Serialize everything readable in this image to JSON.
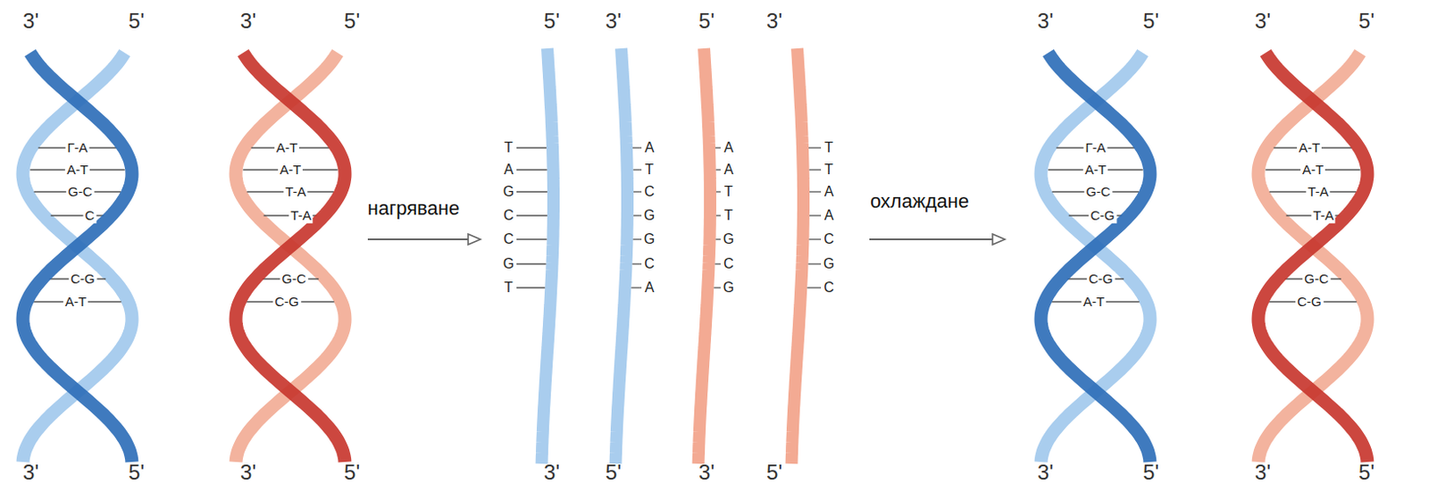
{
  "diagram": {
    "labels": [
      "3'",
      "5'",
      "3'",
      "5'",
      "5'",
      "3'",
      "5'",
      "3'",
      "3'",
      "5'",
      "3'",
      "5'",
      "Г-A",
      "A-T",
      "G-C",
      "C",
      "C-G",
      "A-T",
      "A-T",
      "A-T",
      "T-A",
      "T-A",
      "G-C",
      "C-G",
      "нагряване",
      "T",
      "A",
      "G",
      "C",
      "C",
      "G",
      "T",
      "A",
      "T",
      "C",
      "G",
      "G",
      "C",
      "A",
      "A",
      "A",
      "T",
      "T",
      "G",
      "C",
      "G",
      "T",
      "T",
      "A",
      "A",
      "C",
      "G",
      "C",
      "охлаждане",
      "Г-A",
      "A-T",
      "G-C",
      "C-G",
      "C-G",
      "A-T",
      "A-T",
      "A-T",
      "T-A",
      "T-A",
      "G-C",
      "C-G",
      "3'",
      "5'",
      "3'",
      "5'",
      "3'",
      "5'",
      "3'",
      "5'",
      "3'",
      "5'",
      "3'",
      "5'"
    ]
  }
}
